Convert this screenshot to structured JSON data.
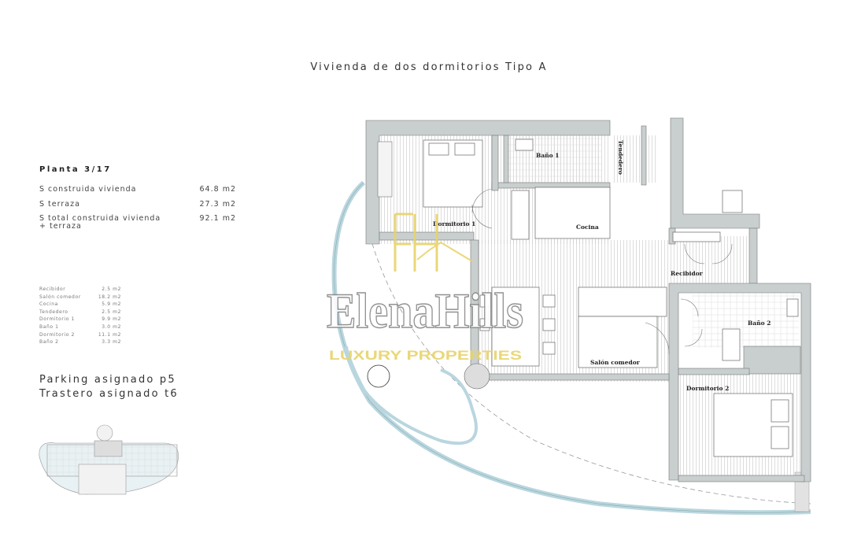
{
  "title": "Vivienda de dos dormitorios Tipo A",
  "planta": "Planta 3/17",
  "summary": [
    {
      "label": "S construida vivienda",
      "value": "64.8 m2"
    },
    {
      "label": "S terraza",
      "value": "27.3 m2"
    },
    {
      "label": "S total construida vivienda",
      "label2": "+ terraza",
      "value": "92.1 m2"
    }
  ],
  "rooms": [
    {
      "label": "Recibidor",
      "value": "2.5 m2"
    },
    {
      "label": "Salón comedor",
      "value": "18.2 m2"
    },
    {
      "label": "Cocina",
      "value": "5.9 m2"
    },
    {
      "label": "Tendedero",
      "value": "2.5 m2"
    },
    {
      "label": "Dormitorio 1",
      "value": "9.9 m2"
    },
    {
      "label": "Baño 1",
      "value": "3.0 m2"
    },
    {
      "label": "Dormitorio 2",
      "value": "11.1 m2"
    },
    {
      "label": "Baño 2",
      "value": "3.3 m2"
    }
  ],
  "parking": "Parking asignado p5",
  "trastero": "Trastero asignado t6",
  "plan_labels": {
    "dormitorio1": "Dormitorio 1",
    "bano1": "Baño 1",
    "tendedero": "Tendedero",
    "cocina": "Cocina",
    "recibidor": "Recibidor",
    "bano2": "Baño 2",
    "salon": "Salón comedor",
    "dormitorio2": "Dormitorio 2"
  },
  "watermark": {
    "brand": "ElenaHills",
    "tagline": "LUXURY PROPERTIES",
    "monogram": "EH"
  },
  "colors": {
    "wall": "#c9cfcf",
    "terrace": "#cfe3ea",
    "watermark_gold": "#e8d36a"
  }
}
